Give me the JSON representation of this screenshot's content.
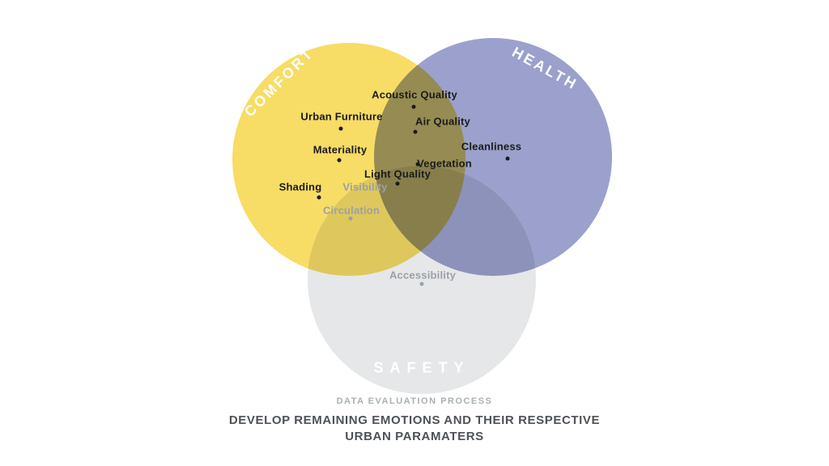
{
  "diagram": {
    "sets": [
      {
        "name": "COMFORT",
        "color": "#f7dc66"
      },
      {
        "name": "HEALTH",
        "color": "#9ba1cc"
      },
      {
        "name": "SAFETY",
        "color": "#e6e7e9"
      }
    ],
    "params": [
      {
        "label": "Acoustic Quality",
        "tone": "dark"
      },
      {
        "label": "Urban Furniture",
        "tone": "dark"
      },
      {
        "label": "Air Quality",
        "tone": "dark"
      },
      {
        "label": "Materiality",
        "tone": "dark"
      },
      {
        "label": "Cleanliness",
        "tone": "dark"
      },
      {
        "label": "Vegetation",
        "tone": "dark"
      },
      {
        "label": "Light Quality",
        "tone": "dark"
      },
      {
        "label": "Shading",
        "tone": "dark"
      },
      {
        "label": "Visibility",
        "tone": "muted"
      },
      {
        "label": "Circulation",
        "tone": "muted"
      },
      {
        "label": "Accessibility",
        "tone": "muted"
      }
    ],
    "label_colors": {
      "dark": "#1b1b1b",
      "muted": "#9aa1a8"
    }
  },
  "caption": {
    "kicker": "DATA EVALUATION PROCESS",
    "title_line1": "DEVELOP REMAINING EMOTIONS AND THEIR RESPECTIVE",
    "title_line2": "URBAN PARAMATERS"
  }
}
